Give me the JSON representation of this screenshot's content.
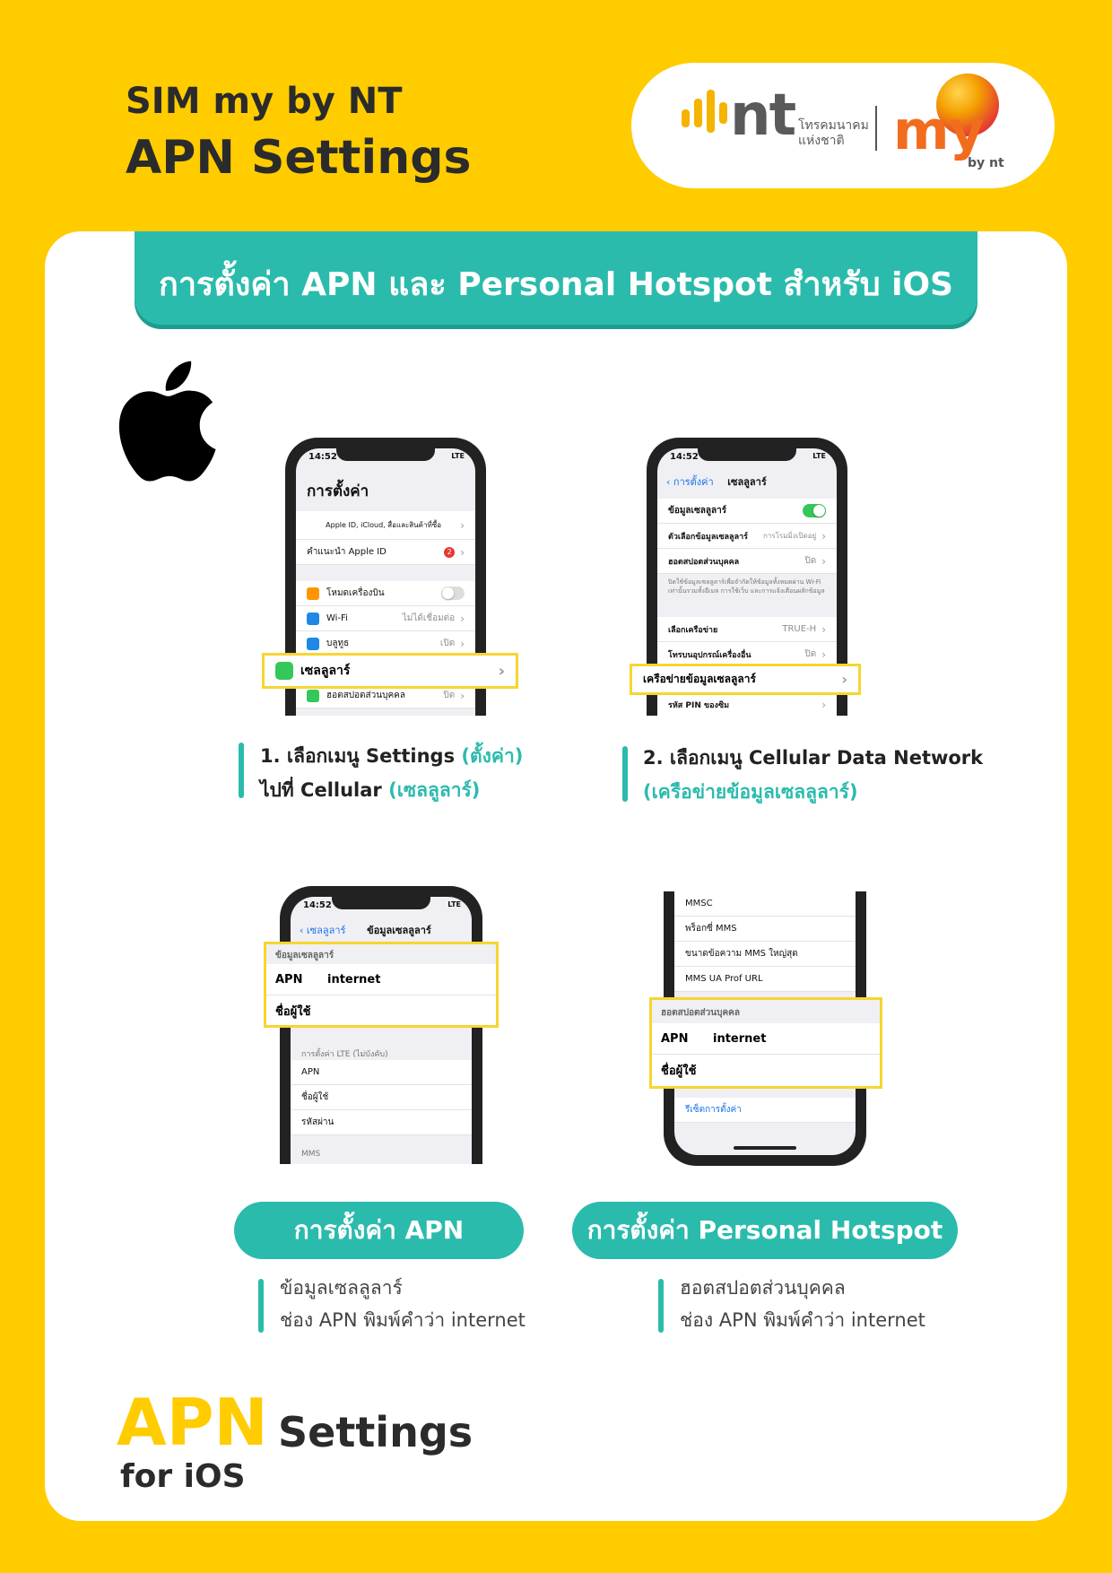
{
  "header": {
    "line1": "SIM my by NT",
    "line2": "APN Settings"
  },
  "logo": {
    "nt": "nt",
    "nt_thai_line1": "โทรคมนาคม",
    "nt_thai_line2": "แห่งชาติ",
    "my": "my",
    "by_nt": "by nt"
  },
  "banner": {
    "title": "การตั้งค่า APN และ Personal Hotspot สำหรับ iOS"
  },
  "phone1": {
    "time": "14:52",
    "status": "LTE",
    "title": "การตั้งค่า",
    "apple_id_row": "Apple ID, iCloud, สื่อและสินค้าที่ซื้อ",
    "apple_id_suggestion": "คำแนะนำ Apple ID",
    "badge": "2",
    "airplane": "โหมดเครื่องบิน",
    "wifi": "Wi-Fi",
    "wifi_value": "ไม่ได้เชื่อมต่อ",
    "bluetooth": "บลูทูธ",
    "bluetooth_value": "เปิด",
    "cellular": "เซลลูลาร์",
    "hotspot": "ฮอตสปอตส่วนบุคคล",
    "hotspot_value": "ปิด"
  },
  "phone2": {
    "time": "14:52",
    "status": "LTE",
    "back": "การตั้งค่า",
    "title": "เซลลูลาร์",
    "cell_data": "ข้อมูลเซลลูลาร์",
    "cell_options": "ตัวเลือกข้อมูลเซลลูลาร์",
    "cell_options_value": "การโรมมิ่งเปิดอยู่",
    "hotspot": "ฮอตสปอตส่วนบุคคล",
    "hotspot_value": "ปิด",
    "description": "ปิดใช้ข้อมูลเซลลูลาร์เพื่อจำกัดให้ข้อมูลทั้งหมดผ่าน Wi-Fi เท่านั้นรวมทั้งอีเมล การใช้เว็บ และการแจ้งเตือนผลักข้อมูล",
    "network_select": "เลือกเครือข่าย",
    "network_value": "TRUE-H",
    "wifi_calling": "โทรบนอุปกรณ์เครื่องอื่น",
    "wifi_calling_value": "ปิด",
    "cell_network": "เครือข่ายข้อมูลเซลลูลาร์",
    "sim_pin": "รหัส PIN ของซิม"
  },
  "phone3": {
    "time": "14:52",
    "status": "LTE",
    "back": "เซลลูลาร์",
    "title": "ข้อมูลเซลลูลาร์",
    "section": "ข้อมูลเซลลูลาร์",
    "apn_label": "APN",
    "apn_value": "internet",
    "username": "ชื่อผู้ใช้",
    "lte_section": "การตั้งค่า LTE (ไม่บังคับ)",
    "lte_apn": "APN",
    "lte_user": "ชื่อผู้ใช้",
    "lte_pass": "รหัสผ่าน",
    "mms_section": "MMS"
  },
  "phone4": {
    "mmsc": "MMSC",
    "mms_proxy": "พร็อกซี่ MMS",
    "mms_size": "ขนาดข้อความ MMS ใหญ่สุด",
    "mms_ua": "MMS UA Prof URL",
    "section": "ฮอตสปอตส่วนบุคคล",
    "apn_label": "APN",
    "apn_value": "internet",
    "username": "ชื่อผู้ใช้",
    "reset": "รีเซ็ตการตั้งค่า"
  },
  "steps": {
    "s1_prefix": "1. เลือกเมนู Settings ",
    "s1_teal": "(ตั้งค่า)",
    "s1b_prefix": "ไปที่  Cellular ",
    "s1b_teal": "(เซลลูลาร์)",
    "s2_prefix": "2. เลือกเมนู Cellular Data Network",
    "s2_teal": "(เครือข่ายข้อมูลเซลลูลาร์)"
  },
  "sections": {
    "apn_pill": "การตั้งค่า APN",
    "apn_note1": "ข้อมูลเซลลูลาร์",
    "apn_note2": "ช่อง APN พิมพ์คำว่า internet",
    "hotspot_pill": "การตั้งค่า Personal Hotspot",
    "hotspot_note1": "ฮอตสปอตส่วนบุคคล",
    "hotspot_note2": "ช่อง APN พิมพ์คำว่า internet"
  },
  "footer": {
    "apn": "APN",
    "settings": "Settings",
    "for_ios": "for iOS"
  },
  "colors": {
    "background": "#FFCC00",
    "teal": "#2BBBAD",
    "highlight": "#F6D531",
    "nt_orange": "#F26C1D"
  }
}
